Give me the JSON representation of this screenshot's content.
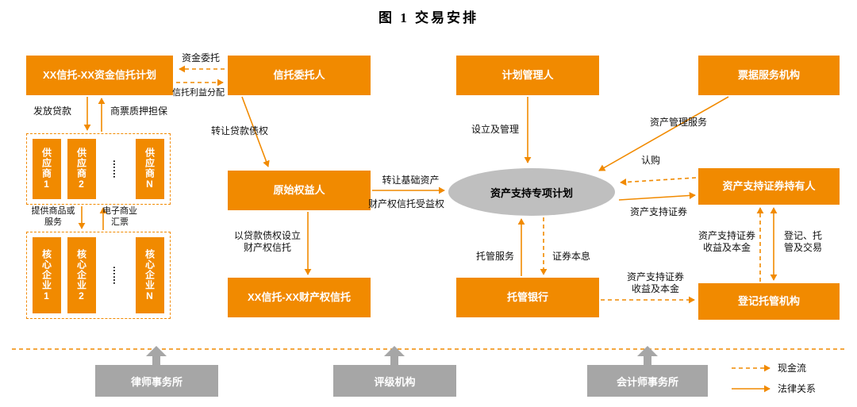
{
  "title": "图 1  交易安排",
  "nodes": {
    "trust_plan": "XX信托-XX资金信托计划",
    "trust_settlor": "信托委托人",
    "plan_manager": "计划管理人",
    "bill_service": "票据服务机构",
    "originator": "原始权益人",
    "spv": "资产支持专项计划",
    "abs_holders": "资产支持证券持有人",
    "property_trust": "XX信托-XX财产权信托",
    "custodian_bank": "托管银行",
    "registry": "登记托管机构"
  },
  "suppliers": {
    "items": [
      "供应商1",
      "供应商2",
      "……",
      "供应商N"
    ]
  },
  "core_enterprises": {
    "items": [
      "核心企业1",
      "核心企业2",
      "……",
      "核心企业N"
    ]
  },
  "edge_labels": {
    "fund_entrust": "资金委托",
    "trust_benefit_distribution": "信托利益分配",
    "issue_loans": "发放贷款",
    "bill_pledge_guarantee": "商票质押担保",
    "transfer_loan_claims": "转让贷款债权",
    "provide_goods_services": "提供商品或服务",
    "electronic_commercial_bill": "电子商业汇票",
    "transfer_base_assets": "转让基础资产",
    "property_trust_beneficiary": "财产权信托受益权",
    "setup_property_trust": "以贷款债权设立财产权信托",
    "establish_and_manage": "设立及管理",
    "asset_management_service": "资产管理服务",
    "subscribe": "认购",
    "abs": "资产支持证券",
    "custody_service": "托管服务",
    "securities_principal_interest": "证券本息",
    "abs_income_principal": "资产支持证券收益及本金",
    "register_custody_trade": "登记、托管及交易"
  },
  "advisors": {
    "law_firm": "律师事务所",
    "rating_agency": "评级机构",
    "accounting_firm": "会计师事务所"
  },
  "legend": {
    "cash_flow": "现金流",
    "legal_relation": "法律关系"
  },
  "colors": {
    "accent_orange": "#F18A00",
    "spv_gray": "#BFBFBF",
    "advisor_gray": "#A6A6A6"
  }
}
